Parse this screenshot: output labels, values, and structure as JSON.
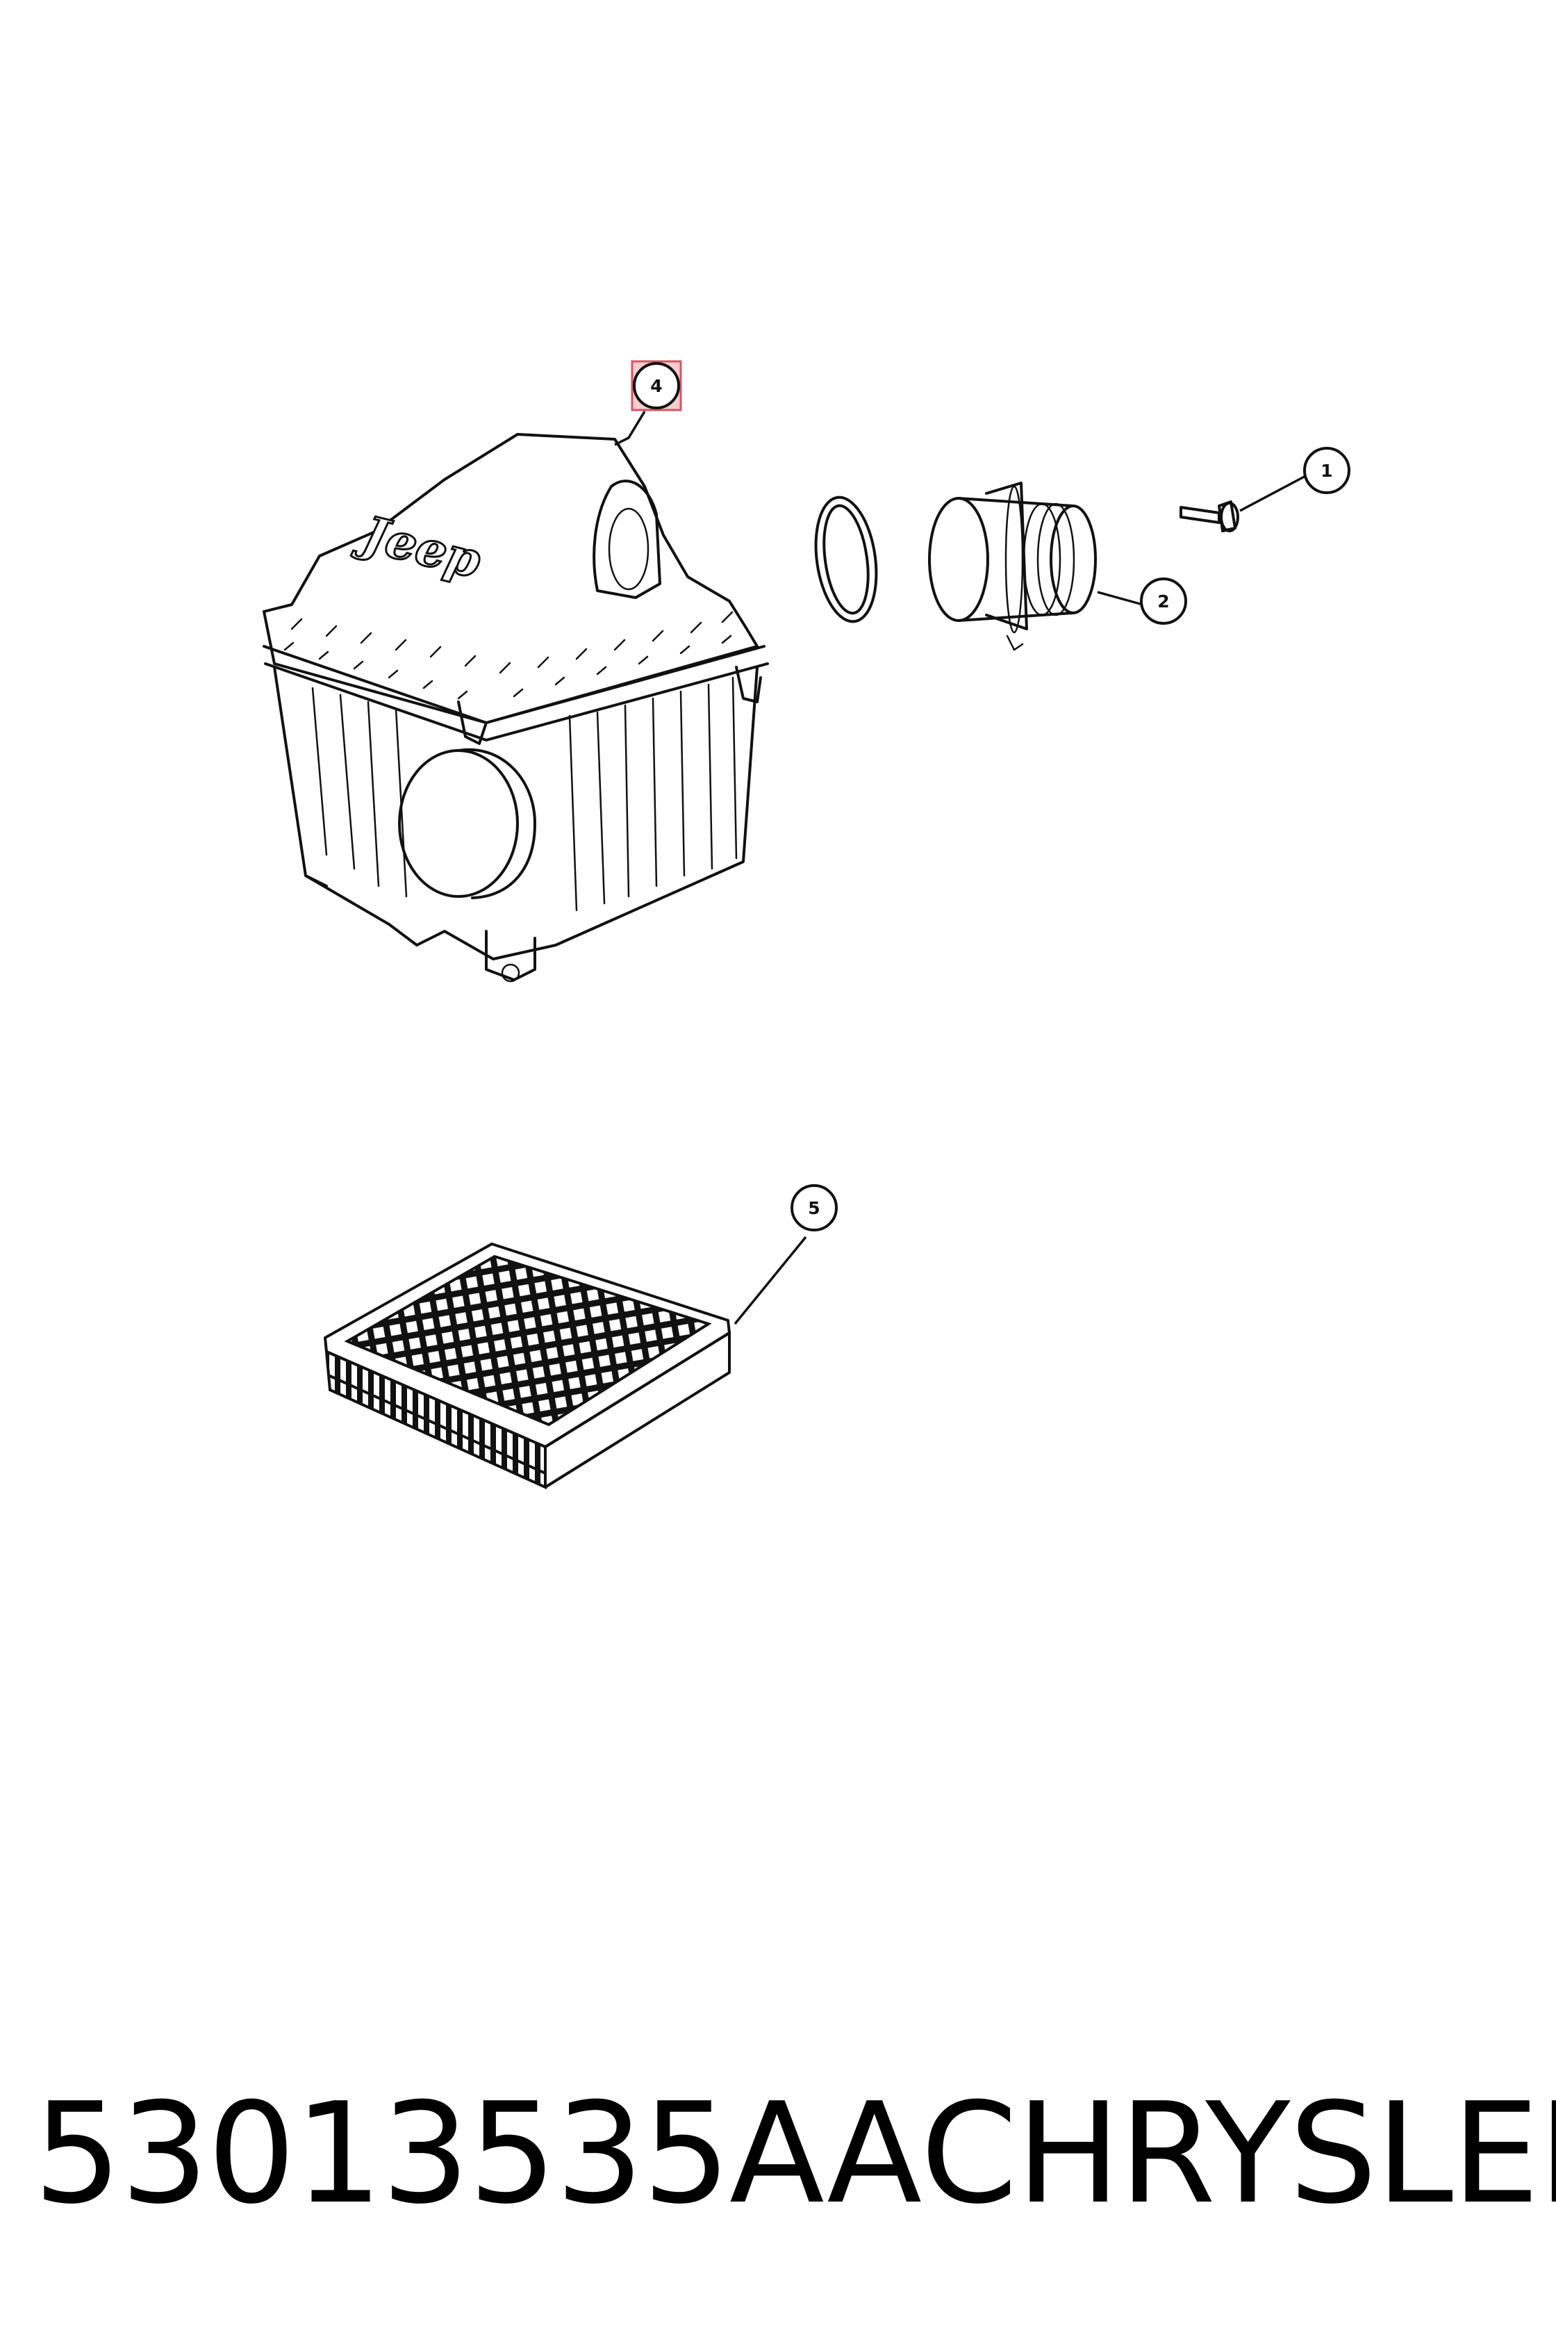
{
  "callouts": {
    "c1": "1",
    "c2": "2",
    "c4": "4",
    "c5": "5"
  },
  "housing_logo": "Jeep",
  "caption": {
    "part_number": "53013535AA",
    "brand": "CHRYSLER"
  },
  "colors": {
    "line": "#111111",
    "highlight_fill": "#f6cdd0",
    "highlight_stroke": "#d9545f"
  }
}
